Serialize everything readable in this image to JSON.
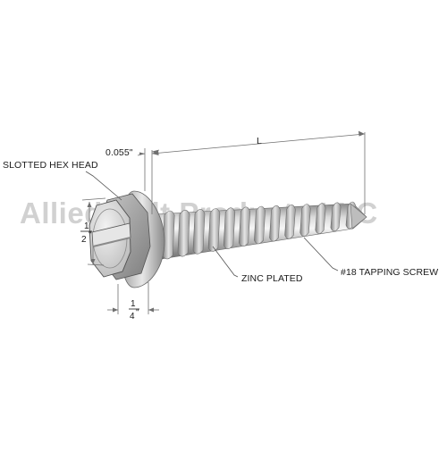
{
  "dimensions": {
    "washer_thickness": "0.055\"",
    "length": "L",
    "head_height": {
      "numerator": "1",
      "denominator": "2",
      "unit": "\""
    },
    "head_width": {
      "numerator": "1",
      "denominator": "4",
      "unit": "\""
    }
  },
  "callouts": {
    "head": "SLOTTED HEX HEAD",
    "finish": "ZINC PLATED",
    "type": "#18 TAPPING SCREW"
  },
  "watermark": "Allied Bolt Products LLC",
  "colors": {
    "metal_light": "#e4e4e4",
    "metal_dark": "#8e8e8e",
    "watermark": "#c9c9c9",
    "dimension_line": "#6f6f6f"
  }
}
